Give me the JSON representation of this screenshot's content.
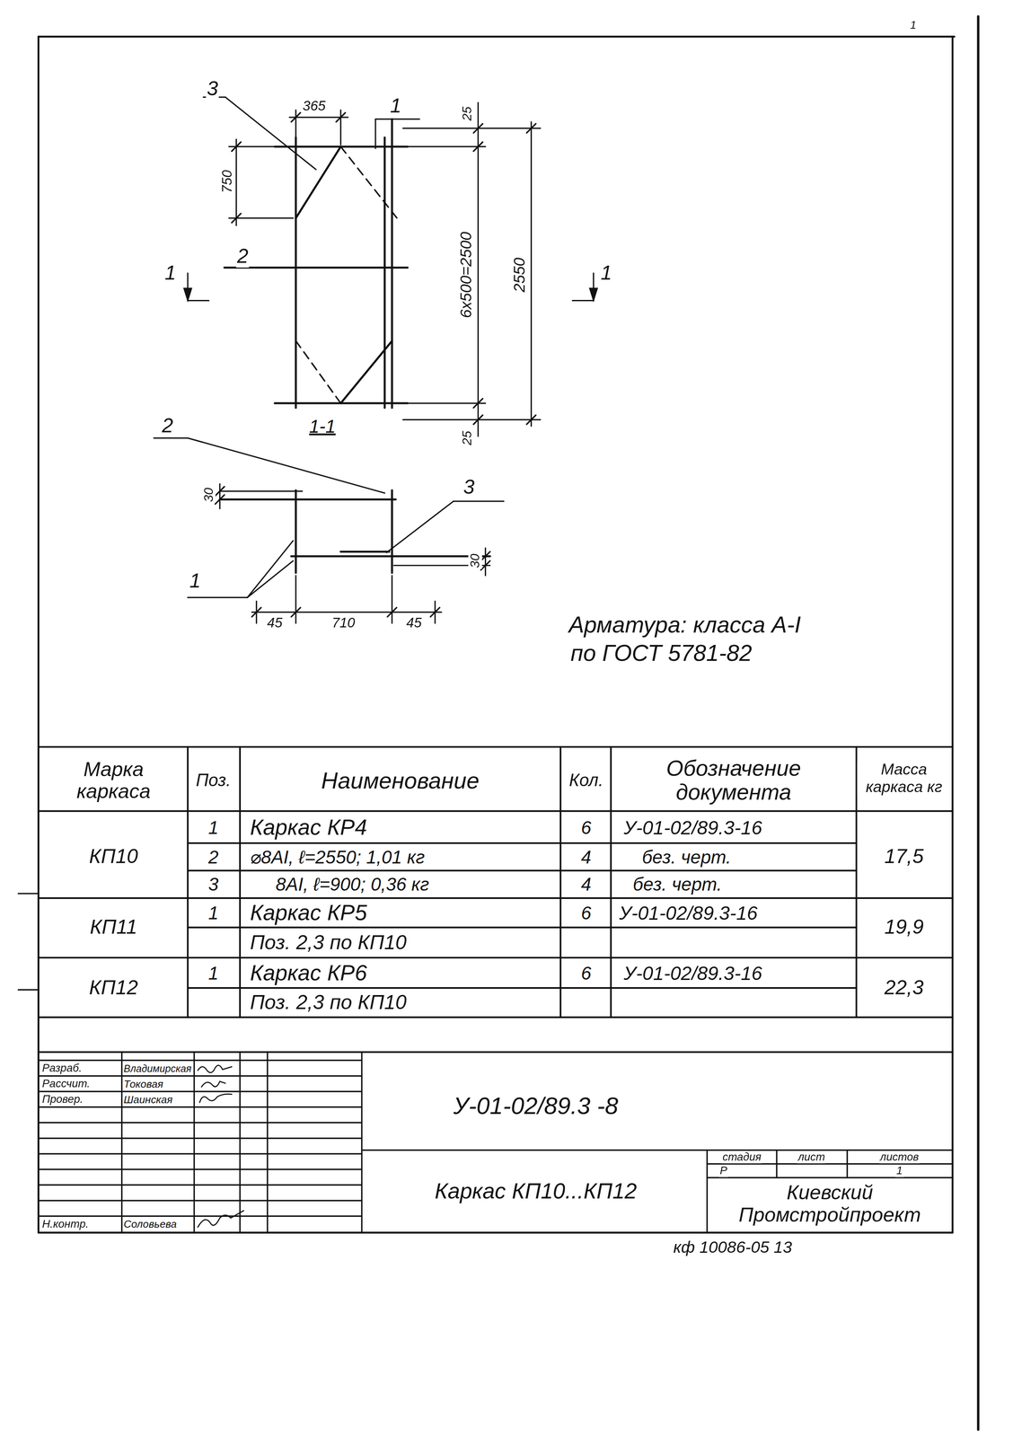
{
  "diagram": {
    "labels": [
      "3",
      "365",
      "1",
      "25",
      "750",
      "6x500=2500",
      "2550",
      "1",
      "1",
      "2",
      "25",
      "1-1",
      "2",
      "30",
      "3",
      "30",
      "1",
      "45",
      "710",
      "45",
      "Арматура: класса А-I",
      "по ГОСТ 5781-82",
      "Марка каркаса",
      "Поз.",
      "Наименование",
      "Кол.",
      "Обозначение документа",
      "Масса каркаса кг",
      "КП10",
      "1",
      "Каркас КР4",
      "6",
      "У-01-02/89.3-16",
      "2",
      "⌀8АI, ℓ=2550; 1,01 кг",
      "4",
      "без. черт.",
      "3",
      "8АI, ℓ=900; 0,36 кг",
      "4",
      "без. черт.",
      "17,5",
      "КП11",
      "1",
      "Каркас КР5",
      "6",
      "У-01-02/89.3-16",
      "Поз. 2,3 по КП10",
      "19,9",
      "КП12",
      "1",
      "Каркас КР6",
      "6",
      "У-01-02/89.3-16",
      "Поз. 2,3 по КП10",
      "22,3",
      "Разраб.",
      "Владимирская",
      "Рассчит.",
      "Токовая",
      "Провер.",
      "Шаинская",
      "Н.контр.",
      "Соловьева",
      "У-01-02/89.3 -8",
      "Каркас КП10...КП12",
      "стадия",
      "лист",
      "листов",
      "Р",
      "1",
      "Киевский Промстройпроект",
      "кф 10086-05 13",
      "1"
    ]
  }
}
